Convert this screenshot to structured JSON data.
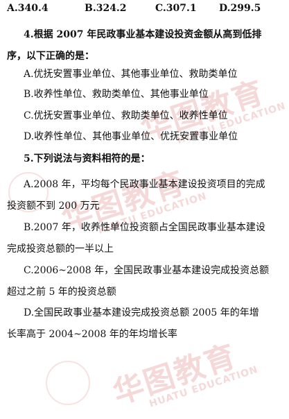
{
  "top_options": [
    {
      "label": "A.340.4"
    },
    {
      "label": "B.324.2"
    },
    {
      "label": "C.307.1"
    },
    {
      "label": "D.299.5"
    }
  ],
  "q4": {
    "stem_line1": "4.根据 2007 年民政事业基本建设投资金额从高到低排",
    "stem_line2": "序，以下正确的是：",
    "options": [
      "A.优抚安置事业单位、其他事业单位、救助类单位",
      "B.收养性单位、救助类单位、其他事业单位",
      "C.优抚安置事业单位、救助类单位、收养性单位",
      "D.收养性单位、其他事业单位、优抚安置事业单位"
    ]
  },
  "q5": {
    "stem": "5.下列说法与资料相符的是：",
    "option_a_line1": "A.2008 年，平均每个民政事业基本建设投资项目的完成",
    "option_a_line2": "投资额不到 200 万元",
    "option_b_line1": "B.2007 年，收养性单位投资额占全国民政事业基本建设",
    "option_b_line2": "完成投资总额的一半以上",
    "option_c_line1": "C.2006~2008 年，全国民政事业基本建设完成投资总额",
    "option_c_line2": "超过之前 5 年的投资总额",
    "option_d_line1": "D.全国民政事业基本建设完成投资总额 2005 年的年增",
    "option_d_line2": "长率高于 2004~2008 年的年均增长率"
  },
  "watermark": {
    "brand": "华图教育",
    "english": "HUATU EDUCATION",
    "color": "#c82828"
  }
}
